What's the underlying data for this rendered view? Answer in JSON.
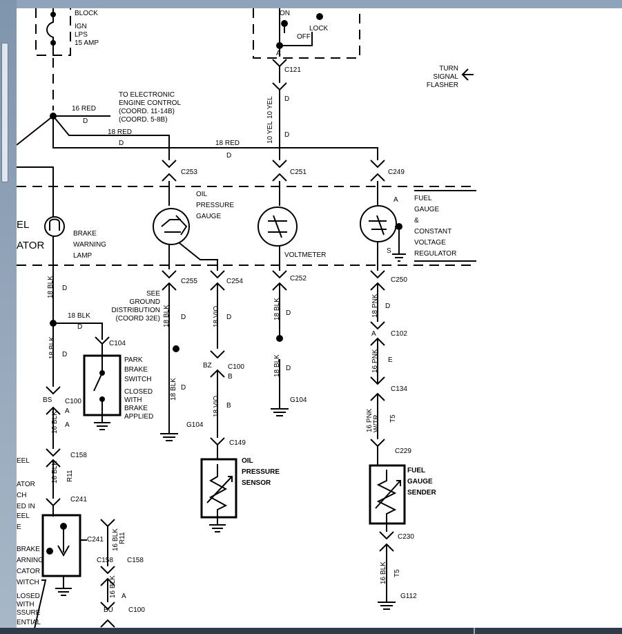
{
  "diagram": {
    "fuse_block": {
      "title": "BLOCK",
      "lines": [
        "IGN",
        "LPS",
        "15 AMP"
      ]
    },
    "ignition_switch": {
      "on": "ON",
      "off": "OFF",
      "lock": "LOCK",
      "terminal": "A"
    },
    "turn_signal": [
      "TURN",
      "SIGNAL",
      "FLASHER"
    ],
    "to_eec": [
      "TO ELECTRONIC",
      "ENGINE CONTROL",
      "(COORD. 11-14B)",
      "(COORD. 5-8B)"
    ],
    "wires": {
      "w16red": "16 RED",
      "d": "D",
      "w18red": "18 RED",
      "w10yel": "10 YEL",
      "w18blk": "18 BLK",
      "w18vio": "18 VIO",
      "b": "B",
      "w18pnk": "18 PNK",
      "w16pnk": "16 PNK",
      "e": "E",
      "w16pnkwtr": [
        "16 PNK",
        "W/TR"
      ],
      "t5": "T5",
      "w16blk": "16 BLK",
      "a": "A",
      "r11": "R11",
      "s": "S"
    },
    "connectors": {
      "c121": "C121",
      "c253": "C253",
      "c251": "C251",
      "c249": "C249",
      "c255": "C255",
      "c254": "C254",
      "c252": "C252",
      "c250": "C250",
      "c104": "C104",
      "c100": "C100",
      "c102": "C102",
      "c134": "C134",
      "c149": "C149",
      "c229": "C229",
      "c158": "C158",
      "c241": "C241",
      "c230": "C230",
      "bs": "BS",
      "bz": "BZ",
      "bu": "BU"
    },
    "grounds": {
      "g104": "G104",
      "g112": "G112"
    },
    "components": {
      "brake_lamp": [
        "BRAKE",
        "WARNING",
        "LAMP"
      ],
      "oil_gauge": [
        "OIL",
        "PRESSURE",
        "GAUGE"
      ],
      "voltmeter": "VOLTMETER",
      "fuel_gauge": [
        "FUEL",
        "GAUGE",
        "&",
        "CONSTANT",
        "VOLTAGE",
        "REGULATOR"
      ],
      "see_ground": [
        "SEE",
        "GROUND",
        "DISTRIBUTION",
        "(COORD 32E)"
      ],
      "park_brake": [
        "PARK",
        "BRAKE",
        "SWITCH",
        "CLOSED",
        "WITH",
        "BRAKE",
        "APPLIED"
      ],
      "oil_sensor": [
        "OIL",
        "PRESSURE",
        "SENSOR"
      ],
      "fuel_sender": [
        "FUEL",
        "GAUGE",
        "SENDER"
      ],
      "left_cut_top": [
        "EL",
        "ATOR"
      ],
      "left_cut_bottom": [
        "EEL",
        "ATOR",
        "CH",
        "ED IN",
        "EEL",
        "E"
      ],
      "brake_indicator": [
        "BRAKE",
        "ARNING",
        "CATOR",
        "WITCH",
        "LOSED",
        "WITH",
        "SSURE",
        "ENTIAL"
      ]
    }
  }
}
